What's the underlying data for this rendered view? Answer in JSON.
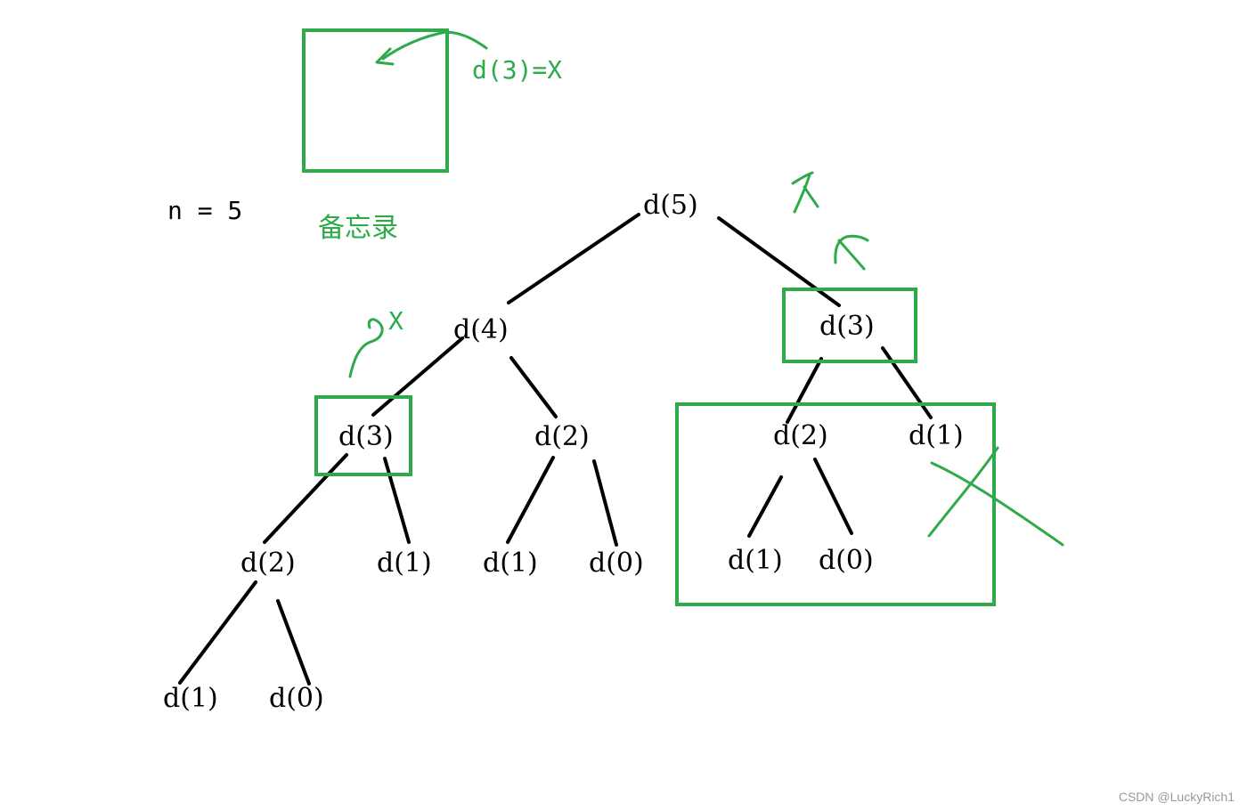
{
  "colors": {
    "accent_green": "#2eaa4a",
    "line": "#000000",
    "watermark": "#9a9a9a"
  },
  "param_text": "n = 5",
  "memo_label": "备忘录",
  "memo_note": "d(3)=X",
  "x_mark": "X",
  "nodes": {
    "d5": "d(5)",
    "d4": "d(4)",
    "d3_left": "d(3)",
    "d3_right": "d(3)",
    "d2_a": "d(2)",
    "d2_b": "d(2)",
    "d2_c": "d(2)",
    "d1_a": "d(1)",
    "d1_b": "d(1)",
    "d1_c": "d(1)",
    "d1_d": "d(1)",
    "d1_e": "d(1)",
    "d0_a": "d(0)",
    "d0_b": "d(0)",
    "d0_c": "d(0)"
  },
  "watermark": "CSDN @LuckyRich1"
}
